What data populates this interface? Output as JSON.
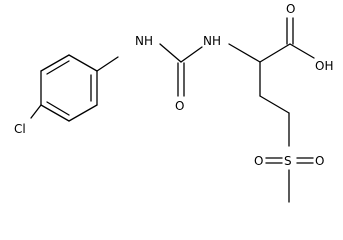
{
  "molecule": {
    "atoms": {
      "cl": "Cl",
      "nh_aryl": "NH",
      "nh_alpha": "NH",
      "o_urea": "O",
      "o_carbonyl": "O",
      "oh": "OH",
      "s": "S",
      "o_sulfonyl_left": "O",
      "o_sulfonyl_right": "O"
    }
  }
}
